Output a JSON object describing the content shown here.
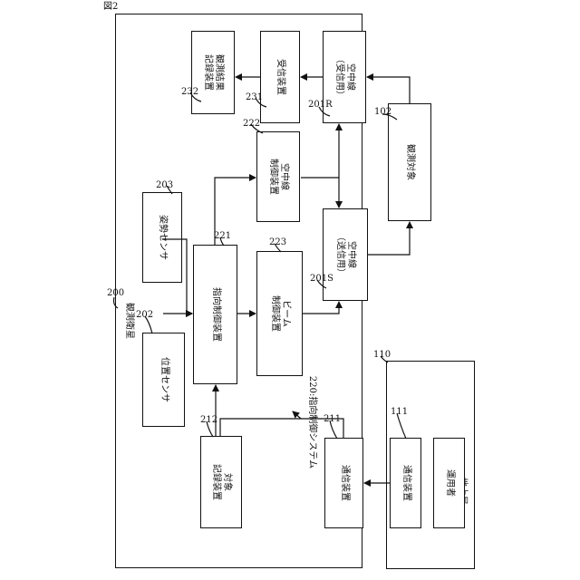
{
  "figure_label": "図2",
  "satellite": {
    "ref": "200",
    "label": "観測衛星"
  },
  "ground_station": {
    "ref": "110",
    "label": "地上局"
  },
  "system_label": "220:指向制御システム",
  "blocks": {
    "obs_record": {
      "ref": "232",
      "label": "観測結果\n記録装置"
    },
    "receiver": {
      "ref": "231",
      "label": "受信装置"
    },
    "antenna_rx": {
      "ref": "201R",
      "label": "空中線\n（受信用）"
    },
    "antenna_ctrl": {
      "ref": "222",
      "label": "空中線\n制御装置"
    },
    "attitude_sensor": {
      "ref": "203",
      "label": "姿勢センサ"
    },
    "pointing_ctrl": {
      "ref": "221",
      "label": "指向制御装置"
    },
    "beam_ctrl": {
      "ref": "223",
      "label": "ビーム\n制御装置"
    },
    "antenna_tx": {
      "ref": "201S",
      "label": "空中線\n（送信用）"
    },
    "position_sensor": {
      "ref": "202",
      "label": "位置センサ"
    },
    "target_record": {
      "ref": "212",
      "label": "対象\n記録装置"
    },
    "comm_sat": {
      "ref": "211",
      "label": "通信装置"
    },
    "comm_ground": {
      "ref": "111",
      "label": "通信装置"
    },
    "operator": {
      "ref": "",
      "label": "運用者"
    },
    "obs_target": {
      "ref": "102",
      "label": "観測対象"
    }
  }
}
